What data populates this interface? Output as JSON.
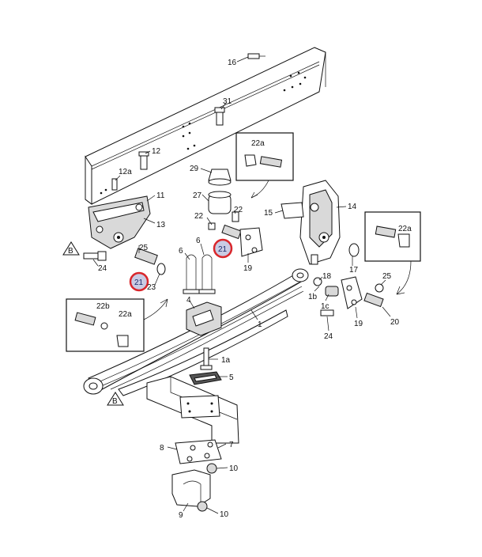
{
  "diagram": {
    "colors": {
      "line": "#111111",
      "highlight": "#d9262b",
      "highlight_fill": "#c9cbe3",
      "shade": "#d9d9d9"
    },
    "callouts": [
      {
        "id": "c16",
        "text": "16"
      },
      {
        "id": "c31",
        "text": "31"
      },
      {
        "id": "c12",
        "text": "12"
      },
      {
        "id": "c12a",
        "text": "12a"
      },
      {
        "id": "c29",
        "text": "29"
      },
      {
        "id": "c27",
        "text": "27"
      },
      {
        "id": "c11",
        "text": "11"
      },
      {
        "id": "c13",
        "text": "13"
      },
      {
        "id": "c22l",
        "text": "22"
      },
      {
        "id": "c22r",
        "text": "22"
      },
      {
        "id": "c15",
        "text": "15"
      },
      {
        "id": "c14",
        "text": "14"
      },
      {
        "id": "c25l",
        "text": "25"
      },
      {
        "id": "c24l",
        "text": "24"
      },
      {
        "id": "c23",
        "text": "23"
      },
      {
        "id": "c6a",
        "text": "6"
      },
      {
        "id": "c6b",
        "text": "6"
      },
      {
        "id": "c19a",
        "text": "19"
      },
      {
        "id": "c17",
        "text": "17"
      },
      {
        "id": "c18",
        "text": "18"
      },
      {
        "id": "c4",
        "text": "4"
      },
      {
        "id": "c1",
        "text": "1"
      },
      {
        "id": "c1b",
        "text": "1b"
      },
      {
        "id": "c1c",
        "text": "1c"
      },
      {
        "id": "c19b",
        "text": "19"
      },
      {
        "id": "c25r",
        "text": "25"
      },
      {
        "id": "c20",
        "text": "20"
      },
      {
        "id": "c24r",
        "text": "24"
      },
      {
        "id": "c1a",
        "text": "1a"
      },
      {
        "id": "c5",
        "text": "5"
      },
      {
        "id": "c8",
        "text": "8"
      },
      {
        "id": "c7",
        "text": "7"
      },
      {
        "id": "c10a",
        "text": "10"
      },
      {
        "id": "c9",
        "text": "9"
      },
      {
        "id": "c10b",
        "text": "10"
      }
    ],
    "highlighted": [
      {
        "id": "h21a",
        "text": "21"
      },
      {
        "id": "h21b",
        "text": "21"
      }
    ],
    "view_markers": [
      {
        "id": "b1",
        "text": "B"
      },
      {
        "id": "b2",
        "text": "B"
      }
    ],
    "insets": {
      "top": {
        "labels": [
          "22a"
        ]
      },
      "right": {
        "labels": [
          "22a"
        ]
      },
      "left": {
        "labels": [
          "22b",
          "22a"
        ]
      }
    }
  }
}
